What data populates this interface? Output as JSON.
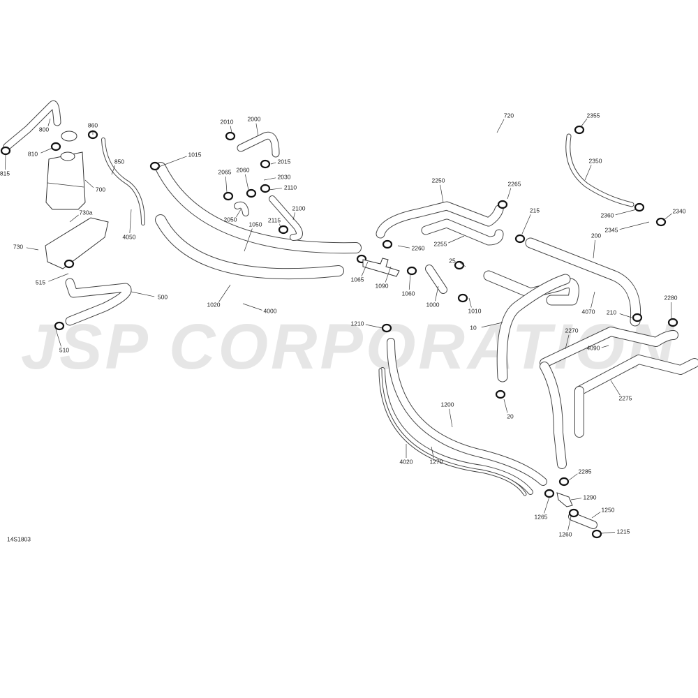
{
  "watermark": "JSP CORPORATION",
  "diagram_code": "14S1803",
  "labels": {
    "p720": "720",
    "p800": "800",
    "p860": "860",
    "p810": "810",
    "p815": "815",
    "p850": "850",
    "p700": "700",
    "p730a": "730a",
    "p730": "730",
    "p515": "515",
    "p500": "500",
    "p510": "510",
    "p4050": "4050",
    "p1015": "1015",
    "p2010": "2010",
    "p2000": "2000",
    "p2015": "2015",
    "p2065": "2065",
    "p2060": "2060",
    "p2030": "2030",
    "p2110": "2110",
    "p2050": "2050",
    "p2100": "2100",
    "p2115": "2115",
    "p1050": "1050",
    "p1020": "1020",
    "p4000": "4000",
    "p2250": "2250",
    "p2265": "2265",
    "p2255": "2255",
    "p2260": "2260",
    "p1065": "1065",
    "p1090": "1090",
    "p1060": "1060",
    "p25": "25",
    "p1000": "1000",
    "p1010": "1010",
    "p215": "215",
    "p200": "200",
    "p4070": "4070",
    "p210": "210",
    "p2280": "2280",
    "p2355": "2355",
    "p2350": "2350",
    "p2360": "2360",
    "p2345": "2345",
    "p2340": "2340",
    "p1210": "1210",
    "p10": "10",
    "p2270": "2270",
    "p4090": "4090",
    "p2275": "2275",
    "p20": "20",
    "p1200": "1200",
    "p4020": "4020",
    "p1270": "1270",
    "p2285": "2285",
    "p1290": "1290",
    "p1250": "1250",
    "p1265": "1265",
    "p1260": "1260",
    "p1215": "1215"
  },
  "colors": {
    "line": "#333333",
    "watermark": "#e6e6e6"
  }
}
